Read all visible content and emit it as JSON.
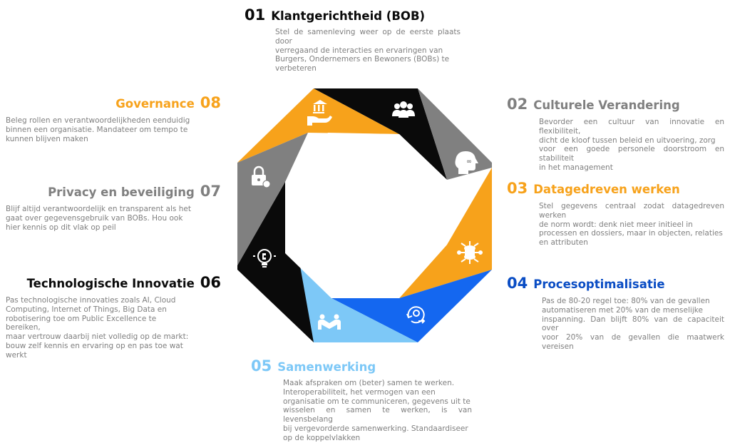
{
  "colors": {
    "orange": "#f7a21b",
    "gray": "#808080",
    "black": "#0a0a0a",
    "blue": "#1467f0",
    "lightblue": "#7dc8f7",
    "darkblue": "#0a4dc4",
    "text": "#7f7f7f",
    "dark": "#1c1c1c"
  },
  "items": [
    {
      "num": "01",
      "title": "Klantgerichtheid (BOB)",
      "desc": "Stel de samenleving weer op de eerste plaats door\nverregaand de interacties en ervaringen van\nBurgers, Ondernemers en Bewoners (BOBs) te\nverbeteren"
    },
    {
      "num": "02",
      "title": "Culturele Verandering",
      "desc": "Bevorder een cultuur van innovatie en flexibiliteit,\ndicht de kloof tussen beleid en uitvoering, zorg\nvoor een goede personele doorstroom en stabiliteit\nin het management"
    },
    {
      "num": "03",
      "title": "Datagedreven werken",
      "desc": "Stel gegevens centraal zodat datagedreven werken\nde norm wordt: denk niet meer initieel in\nprocessen en dossiers, maar in objecten, relaties\nen attributen"
    },
    {
      "num": "04",
      "title": "Procesoptimalisatie",
      "desc": "Pas de 80-20 regel toe: 80% van de gevallen\nautomatiseren met 20% van de menselijke\ninspanning. Dan blijft 80% van de capaciteit over\nvoor 20%  van de gevallen die maatwerk vereisen"
    },
    {
      "num": "05",
      "title": "Samenwerking",
      "desc": "Maak afspraken om (beter) samen te werken.\nInteroperabiliteit, het vermogen van een\norganisatie om te communiceren, gegevens uit te\nwisselen en samen te werken, is van levensbelang\nbij vergevorderde samenwerking. Standaardiseer\nop de koppelvlakken"
    },
    {
      "num": "06",
      "title": "Technologische Innovatie",
      "desc": "Pas technologische innovaties zoals AI, Cloud\nComputing, Internet of Things, Big Data en\nrobotisering toe om Public Excellence te bereiken,\nmaar vertrouw daarbij niet volledig op de markt:\nbouw zelf kennis en ervaring op en pas toe wat\nwerkt"
    },
    {
      "num": "07",
      "title": "Privacy en beveiliging",
      "desc": "Blijf altijd verantwoordelijk en transparent als het\ngaat over gegevensgebruik van BOBs. Hou ook\nhier kennis op dit vlak op peil"
    },
    {
      "num": "08",
      "title": "Governance",
      "desc": "Beleg rollen en verantwoordelijkheden eenduidig\nbinnen een organisatie. Mandateer om tempo te\nkunnen blijven maken"
    }
  ],
  "icons": [
    "users-heart-icon",
    "head-infinity-icon",
    "database-network-icon",
    "cycle-gear-icon",
    "handshake-icon",
    "idea-bulb-icon",
    "lock-icon",
    "bank-hand-icon"
  ]
}
